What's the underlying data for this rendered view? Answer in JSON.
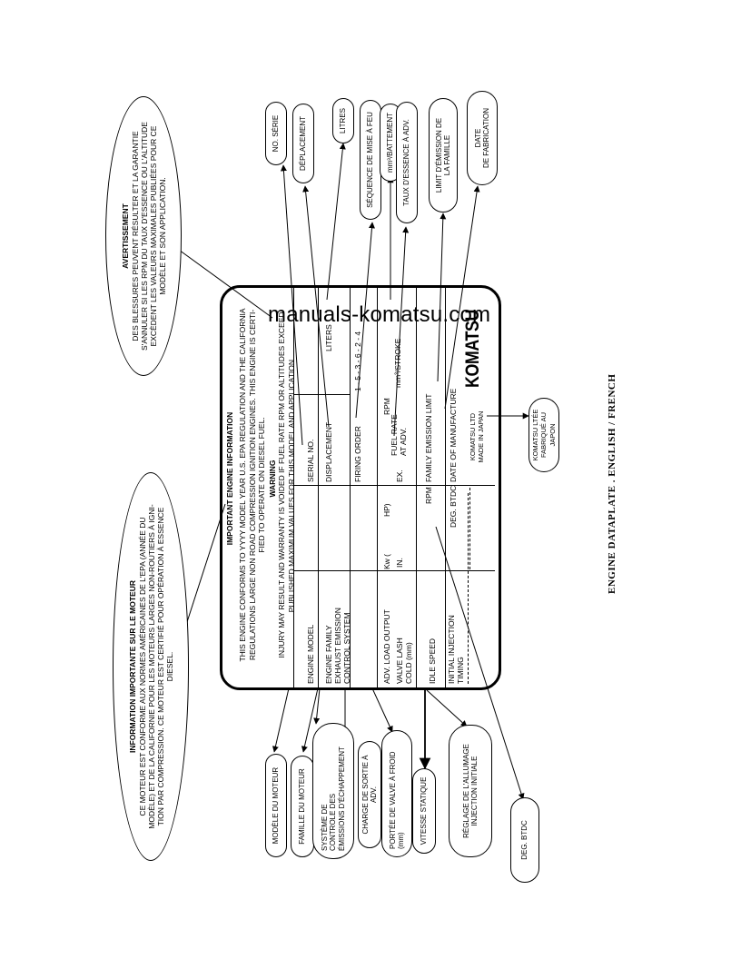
{
  "plate": {
    "header_title": "IMPORTANT ENGINE INFORMATION",
    "header_lines": [
      "THIS ENGINE CONFORMS TO YYYY MODEL YEAR U.S. EPA REGULATION AND THE CALIFORNIA",
      "REGULATIONS LARGE NON ROAD COMPRESSION IGNITION ENGINES. THIS ENGINE IS CERTI-",
      "FIED TO OPERATE ON DIESEL FUEL."
    ],
    "warning_title": "WARNING",
    "warning_lines": [
      "INJURY MAY RESULT AND WARRANTY IS VOIDED IF FUEL RATE RPM OR ALTITUDES EXCEED",
      "PUBLISHED MAXIMUM VALUES FOR THIS MODEL AND APPLICATION."
    ],
    "engine_model": "ENGINE MODEL",
    "serial_no": "SERIAL NO.",
    "engine_family": "ENGINE FAMILY",
    "displacement": "DISPLACEMENT",
    "liters": "LITERS",
    "exhaust_1": "EXHAUST EMISSION",
    "exhaust_2": "CONTROL SYSTEM",
    "firing_order": "FIRING ORDER",
    "firing_value": "1 - 5 - 3 - 6 - 2 - 4",
    "adv_load": "ADV. LOAD OUTPUT",
    "kw": "Kw  (",
    "hp": "HP)",
    "rpm": "RPM",
    "valve_1": "VALVE LASH",
    "valve_2": "COLD (mm)",
    "in": "IN.",
    "ex": "EX.",
    "fuel_1": "FUEL RATE",
    "fuel_2": "AT ADV.",
    "mm_stroke": "mm³/STROKE",
    "idle_speed": "IDLE SPEED",
    "family_limit": "FAMILY EMISSION LIMIT",
    "init_1": "INITIAL INJECTION",
    "init_2": "TIMING",
    "deg_btdc": "DEG. BTDC",
    "date_mfr": "DATE OF MANUFACTURE",
    "komatsu_ltd": "KOMATSU LTD",
    "made_in_japan": "MADE IN JAPAN",
    "logo": "KOMATSU"
  },
  "callouts": {
    "no_serie": "NO. SÉRIE",
    "deplacement": "DÉPLACEMENT",
    "litres": "LITRES",
    "sequence": "SÉQUENCE DE MISE À FEU",
    "battement": "mm³/BATTEMENT",
    "taux": "TAUX D'ESSENCE À ADV.",
    "limit_1": "LIMIT D'ÉMISSION DE",
    "limit_2": "LA FAMILLE",
    "date_1": "DATE",
    "date_2": "DE FABRICATION",
    "komatsu_ltee_1": "KOMATSU LTÉE",
    "komatsu_ltee_2": "FABRIQUÉ AU JAPON",
    "modele": "MODÈLE DU MOTEUR",
    "famille": "FAMILLE DU MOTEUR",
    "systeme_1": "SYSTÈME DE",
    "systeme_2": "CONTROLE DES",
    "systeme_3": "ÉMISSIONS D'ÉCHAPPEMENT",
    "charge": "CHARGE DE SORTIE À ADV.",
    "portee_1": "PORTÉE DE VALVE À FROID",
    "portee_2": "(mm)",
    "vitesse": "VITESSE STATIQUE",
    "reglage_1": "RÉGLAGE DE L'ALLUMAGE",
    "reglage_2": "INJECTION INITIALE",
    "deg_btdc": "DEG. BTDC"
  },
  "avertissement": {
    "title": "AVERTISSEMENT",
    "lines": [
      "DES BLESSURES PEUVENT RÉSULTER ET LA GARANTIE",
      "S'ANNULER SI LES RPM DU TAUX D'ESSENCE OU L'ALTITUDE",
      "EXCÈDENT LES VALEURS MAXIMALES PUBLIÉES POUR CE",
      "MODÈLE ET SON APPLICATION."
    ]
  },
  "information": {
    "title": "INFORMATION IMPORTANTE SUR LE MOTEUR",
    "lines": [
      "CE MOTEUR EST CONFORME AUX NORMES AMÉRICAINES DE L'EPA (ANNÉE DU",
      "MODÈLE) ET DE LA CALIFORNIE POUR LES MOTEURS LARGES NON-ROUTIERS À IGNI-",
      "TION PAR COMPRESSION. CE MOTEUR EST CERTIFIÉ POUR OPÉRATION À ESSENCE",
      "DIESEL."
    ]
  },
  "watermark": "manuals-komatsu.com",
  "caption": "ENGINE DATAPLATE . ENGLISH / FRENCH"
}
